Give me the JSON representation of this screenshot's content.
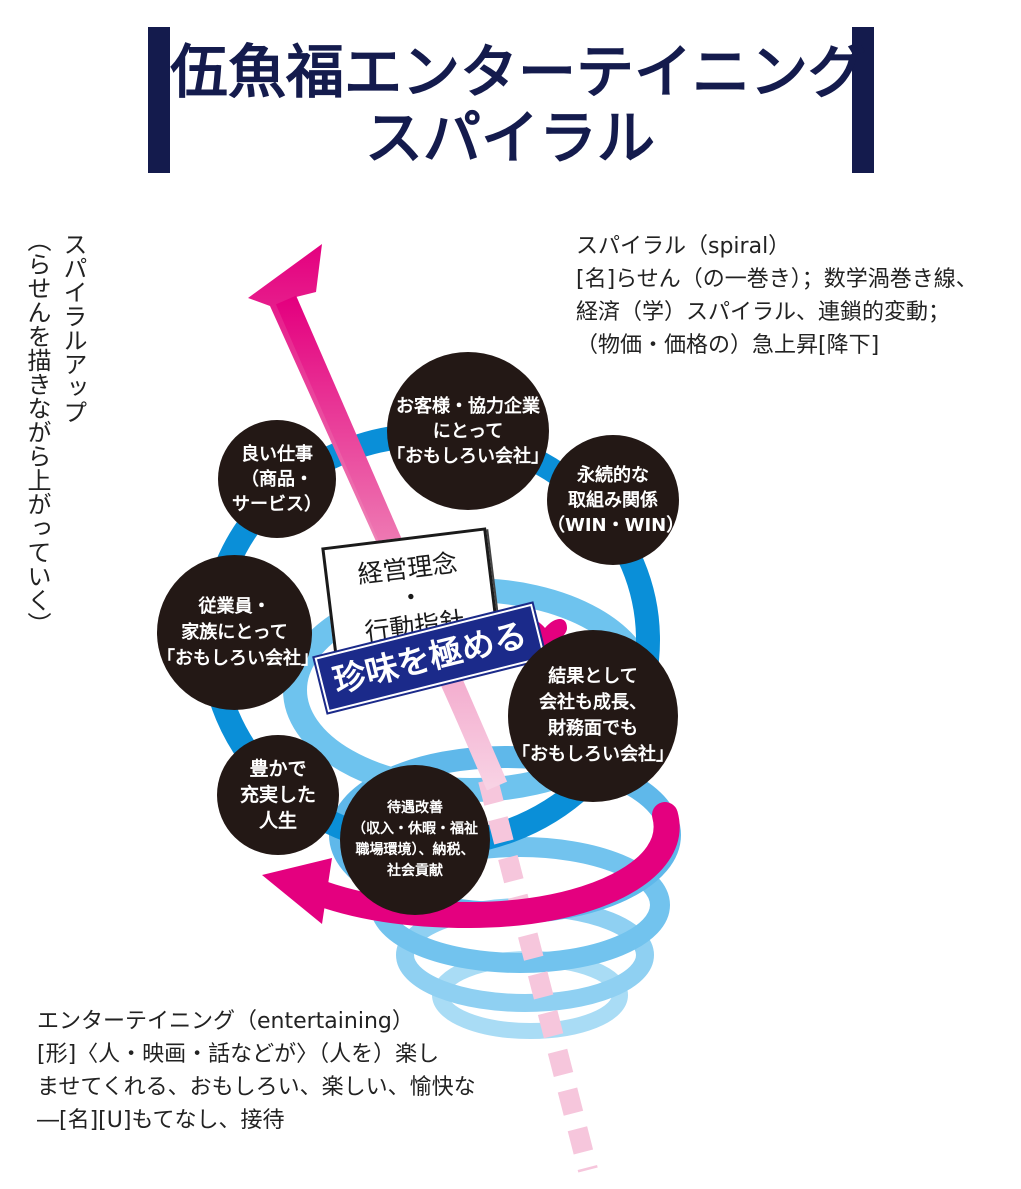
{
  "title": {
    "line1": "伍魚福エンターテイニング",
    "line2": "スパイラル"
  },
  "spiral_definition": {
    "lines": [
      "スパイラル（spiral）",
      "[名]らせん（の一巻き）；数学渦巻き線、",
      "経済（学）スパイラル、連鎖的変動；",
      "（物価・価格の）急上昇[降下]"
    ]
  },
  "spiral_up": {
    "label": "スパイラルアップ",
    "sub": "（らせんを描きながら上がっていく）"
  },
  "entertaining_definition": {
    "lines": [
      "エンターテイニング（entertaining）",
      "[形]〈人・映画・話などが〉（人を）楽し",
      "ませてくれる、おもしろい、楽しい、愉快な",
      "―[名][U]もてなし、接待"
    ]
  },
  "center": {
    "philosophy": "経営理念\n・\n行動指針",
    "motto": "珍味を極める"
  },
  "nodes": [
    {
      "text": "お客様・協力企業\nにとって\n「おもしろい会社」"
    },
    {
      "text": "永続的な\n取組み関係\n（WIN・WIN）"
    },
    {
      "text": "結果として\n会社も成長、\n財務面でも\n「おもしろい会社」"
    },
    {
      "text": "待遇改善\n（収入・休暇・福祉\n職場環境）、納税、\n社会貢献"
    },
    {
      "text": "豊かで\n充実した\n人生"
    },
    {
      "text": "従業員・\n家族にとって\n「おもしろい会社」"
    },
    {
      "text": "良い仕事\n（商品・\nサービス）"
    }
  ],
  "colors": {
    "title": "#141b4d",
    "arrow_pink": "#e4007f",
    "ring_blue": "#0a8fd8",
    "ring_light": "#6ec3ee",
    "circle": "#231815",
    "motto_bg": "#1b2a8a"
  }
}
